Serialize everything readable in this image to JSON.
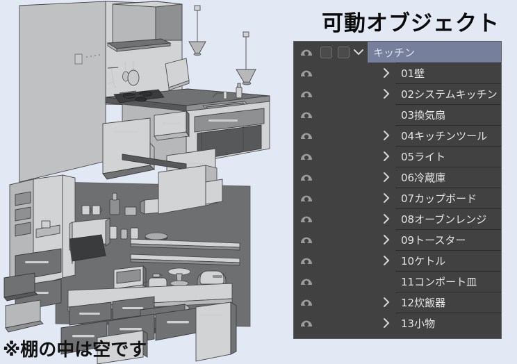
{
  "background_color": "#e3e8f5",
  "caption": {
    "text": "※棚の中は空です"
  },
  "panel": {
    "title": "可動オブジェクト",
    "background_color": "#414141",
    "selected_row_color": "#76809c",
    "text_color": "#e6e6e6",
    "header": {
      "label": "キッチン",
      "eye_icon": "eye-icon",
      "caret_icon": "chevron-down-icon",
      "checkbox_count": 2,
      "selected": true
    },
    "items": [
      {
        "label": "01壁",
        "caret": "chevron-right-icon",
        "eye_icon": "eye-icon",
        "has_caret": true
      },
      {
        "label": "02システムキッチン",
        "caret": "chevron-right-icon",
        "eye_icon": "eye-icon",
        "has_caret": true
      },
      {
        "label": "03換気扇",
        "caret": "",
        "eye_icon": "eye-icon",
        "has_caret": false
      },
      {
        "label": "04キッチンツール",
        "caret": "chevron-right-icon",
        "eye_icon": "eye-icon",
        "has_caret": true
      },
      {
        "label": "05ライト",
        "caret": "chevron-right-icon",
        "eye_icon": "eye-icon",
        "has_caret": true
      },
      {
        "label": "06冷蔵庫",
        "caret": "chevron-right-icon",
        "eye_icon": "eye-icon",
        "has_caret": true
      },
      {
        "label": "07カップボード",
        "caret": "chevron-right-icon",
        "eye_icon": "eye-icon",
        "has_caret": true
      },
      {
        "label": "08オーブンレンジ",
        "caret": "chevron-right-icon",
        "eye_icon": "eye-icon",
        "has_caret": true
      },
      {
        "label": "09トースター",
        "caret": "chevron-right-icon",
        "eye_icon": "eye-icon",
        "has_caret": true
      },
      {
        "label": "10ケトル",
        "caret": "chevron-right-icon",
        "eye_icon": "eye-icon",
        "has_caret": true
      },
      {
        "label": "11コンポート皿",
        "caret": "",
        "eye_icon": "eye-icon",
        "has_caret": false
      },
      {
        "label": "12炊飯器",
        "caret": "chevron-right-icon",
        "eye_icon": "eye-icon",
        "has_caret": true
      },
      {
        "label": "13小物",
        "caret": "chevron-right-icon",
        "eye_icon": "eye-icon",
        "has_caret": true
      }
    ]
  },
  "scene": {
    "description": "3D kitchen render with open cabinets, range hood, pendant lights, refrigerator, cupboard wall and appliances"
  }
}
